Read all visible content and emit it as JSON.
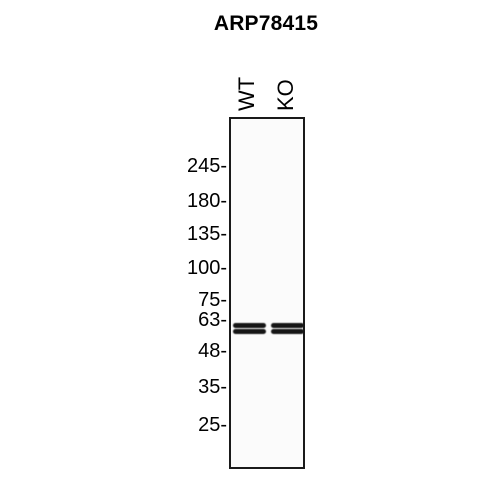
{
  "figure": {
    "title": "ARP78415",
    "lanes": [
      {
        "label": "WT"
      },
      {
        "label": "KO"
      }
    ],
    "markers": [
      {
        "label": "245-",
        "kda": 245
      },
      {
        "label": "180-",
        "kda": 180
      },
      {
        "label": "135-",
        "kda": 135
      },
      {
        "label": "100-",
        "kda": 100
      },
      {
        "label": "75-",
        "kda": 75
      },
      {
        "label": "63-",
        "kda": 63
      },
      {
        "label": "48-",
        "kda": 48
      },
      {
        "label": "35-",
        "kda": 35
      },
      {
        "label": "25-",
        "kda": 25
      }
    ],
    "bands": [
      {
        "lane": "WT",
        "kda": 60
      },
      {
        "lane": "WT",
        "kda": 57
      },
      {
        "lane": "KO",
        "kda": 60
      },
      {
        "lane": "KO",
        "kda": 57
      }
    ],
    "colors": {
      "band": "#151515",
      "membrane": "#fbfbfb",
      "frame": "#1a1a1a"
    }
  }
}
